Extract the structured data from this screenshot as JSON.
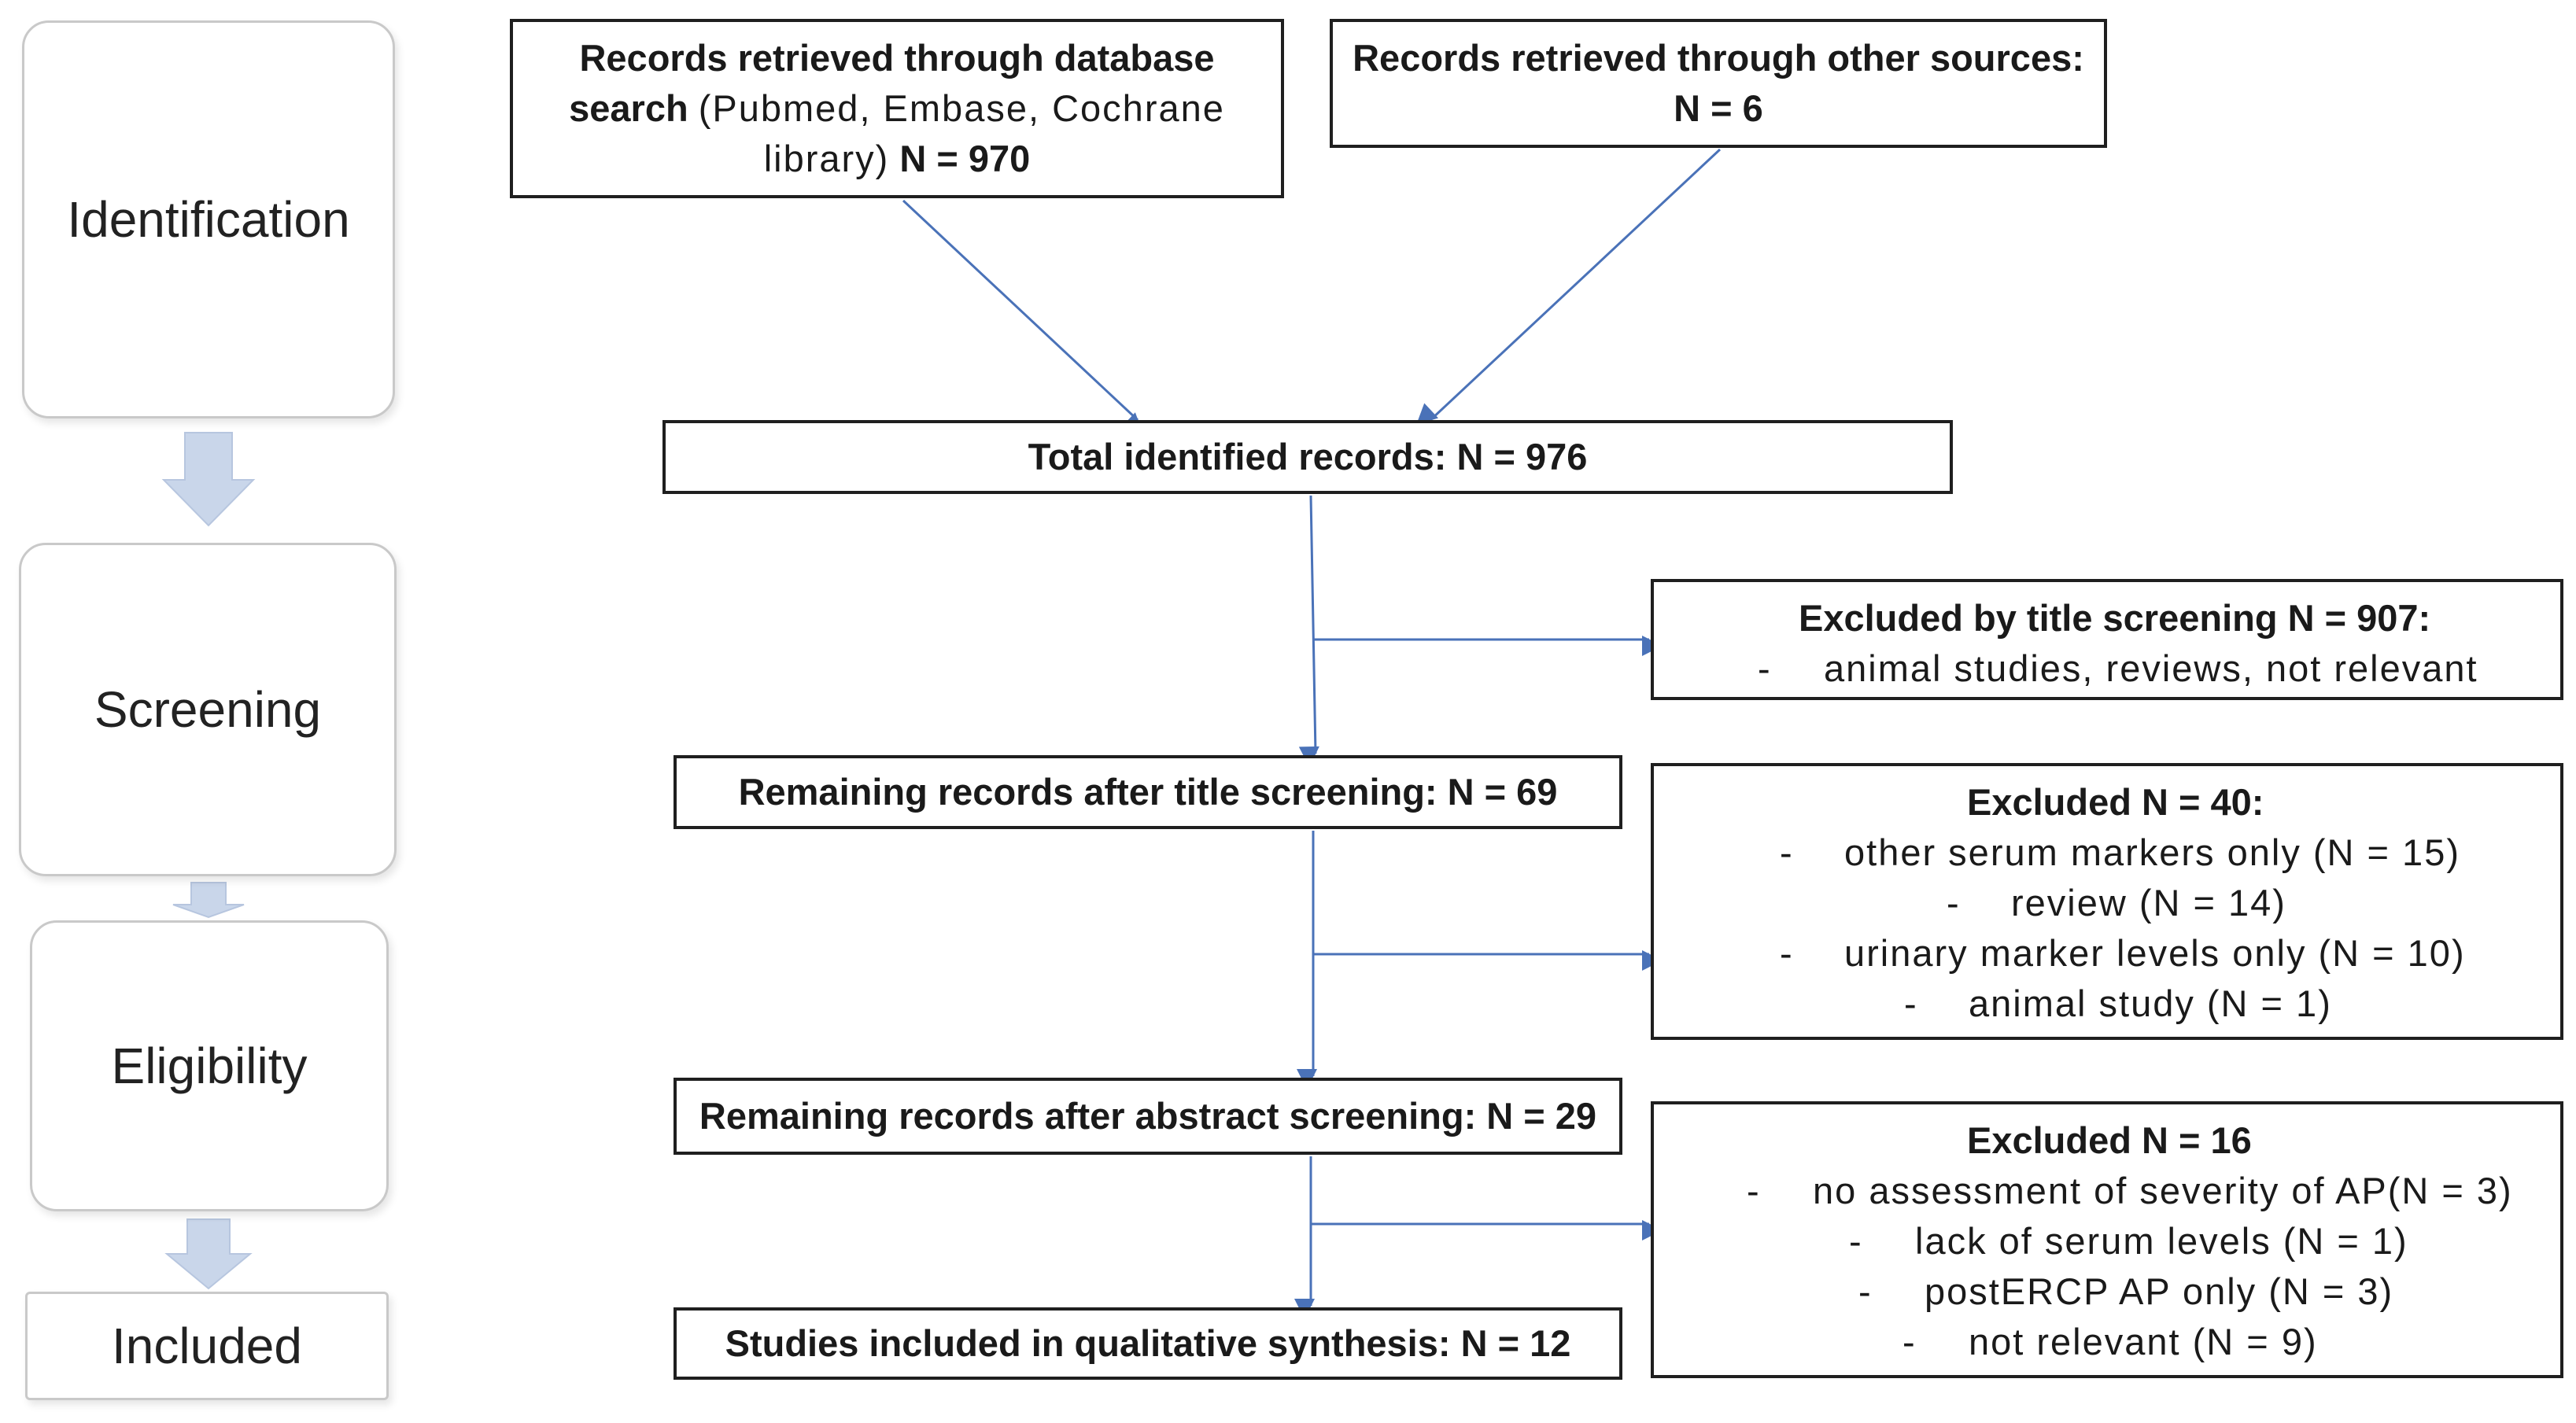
{
  "stages": {
    "identification": "Identification",
    "screening": "Screening",
    "eligibility": "Eligibility",
    "included": "Included"
  },
  "boxes": {
    "database": {
      "line1": "Records retrieved through database",
      "line2_bold": "search",
      "line2_rest": "(Pubmed, Embase, Cochrane",
      "line3_rest": "library)",
      "line3_bold": "N = 970"
    },
    "other": {
      "line1": "Records retrieved through other sources:",
      "line2": "N = 6"
    },
    "total": "Total identified records: N = 976",
    "after_title": "Remaining records after title screening: N = 69",
    "after_abstract": "Remaining records after abstract screening: N = 29",
    "included": "Studies included in qualitative synthesis: N = 12"
  },
  "exclusions": {
    "title": {
      "heading": "Excluded by title screening N = 907:",
      "items": [
        "animal studies, reviews, not relevant"
      ]
    },
    "abstract": {
      "heading": "Excluded N = 40:",
      "items": [
        "other serum markers only (N = 15)",
        "review (N = 14)",
        "urinary marker levels only (N = 10)",
        "animal study (N = 1)"
      ]
    },
    "fulltext": {
      "heading": "Excluded N = 16",
      "items": [
        "no assessment of severity of AP(N = 3)",
        "lack of serum levels (N = 1)",
        "postERCP AP only (N = 3)",
        "not relevant (N = 9)"
      ]
    }
  },
  "bullet": "-",
  "colors": {
    "connector": "#4a72b8",
    "stage_arrow": "#c9d6ea",
    "box_border": "#1f1f1f",
    "stage_border": "#c9c9c9"
  }
}
